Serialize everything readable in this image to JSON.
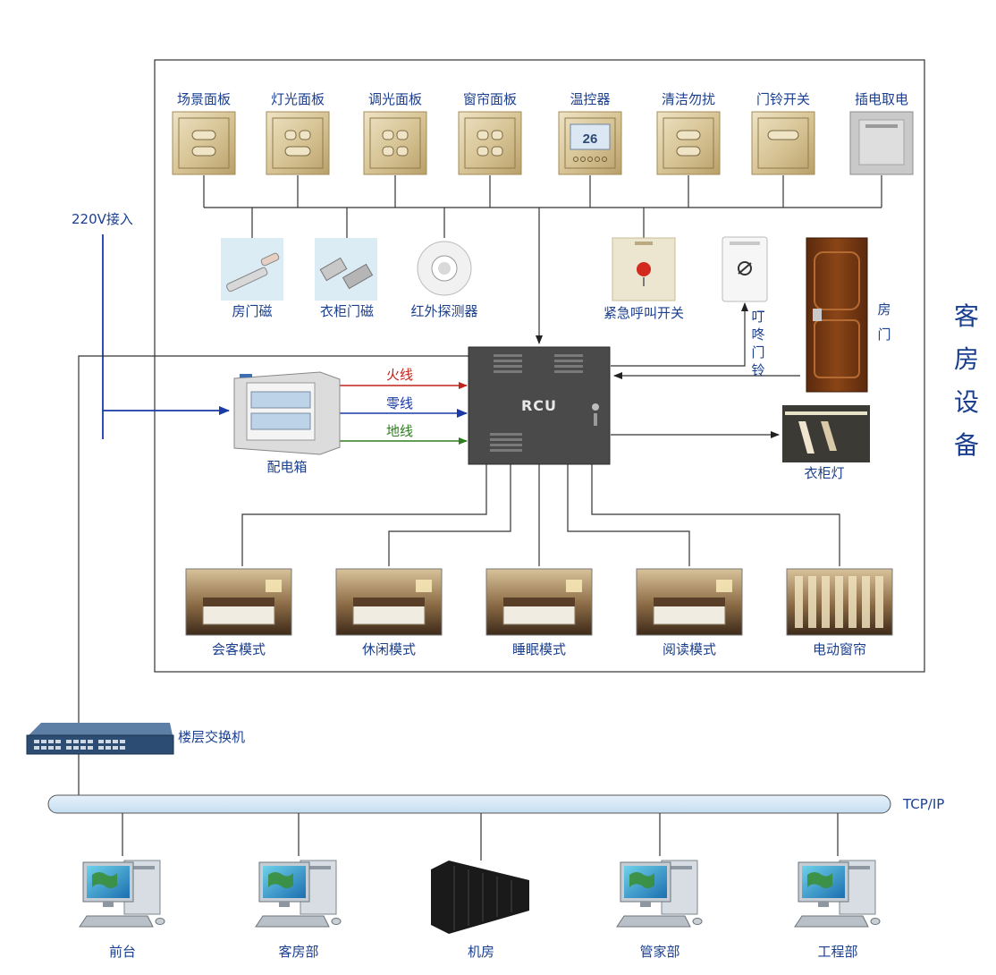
{
  "panels": [
    {
      "key": "scene",
      "label": "场景面板"
    },
    {
      "key": "light",
      "label": "灯光面板"
    },
    {
      "key": "dimmer",
      "label": "调光面板"
    },
    {
      "key": "curtain",
      "label": "窗帘面板"
    },
    {
      "key": "thermo",
      "label": "温控器",
      "display": "26"
    },
    {
      "key": "dnd",
      "label": "清洁勿扰"
    },
    {
      "key": "doorbell",
      "label": "门铃开关"
    },
    {
      "key": "card",
      "label": "插电取电"
    }
  ],
  "sensors": {
    "door_magnet": "房门磁",
    "wardrobe_magnet": "衣柜门磁",
    "ir_detector": "红外探测器",
    "emergency": "紧急呼叫开关",
    "dingdong": "叮咚门铃",
    "room_door": "房门"
  },
  "power": {
    "input": "220V接入",
    "box": "配电箱",
    "live": "火线",
    "neutral": "零线",
    "ground": "地线"
  },
  "rcu": "RCU",
  "wardrobe_light": "衣柜灯",
  "modes": [
    "会客模式",
    "休闲模式",
    "睡眠模式",
    "阅读模式",
    "电动窗帘"
  ],
  "side_title": "客房设备",
  "network": {
    "switch": "楼层交换机",
    "bus": "TCP/IP",
    "nodes": [
      "前台",
      "客房部",
      "机房",
      "管家部",
      "工程部"
    ]
  },
  "colors": {
    "line": "#3a3a3a",
    "input_line": "#1a3aa6",
    "live": "#c0251b",
    "neutral": "#1a3aa6",
    "ground": "#2e7d1f",
    "label": "#1a3f8f"
  }
}
